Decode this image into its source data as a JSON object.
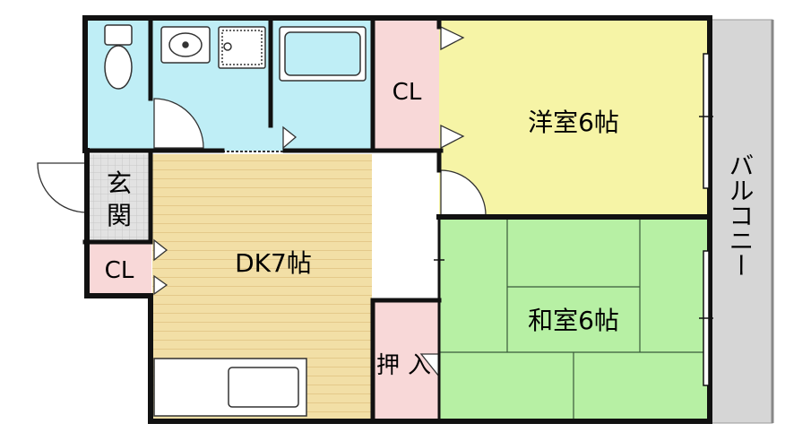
{
  "rooms": {
    "western_room": "洋室6帖",
    "japanese_room": "和室6帖",
    "dk": "DK7帖",
    "closet_top": "CL",
    "closet_entrance": "CL",
    "entrance_line1": "玄",
    "entrance_line2": "関",
    "oshiire_line1": "押",
    "oshiire_line2": "入",
    "balcony": "バルコニー"
  },
  "colors": {
    "wet_area": "#bfeef6",
    "closet": "#f8d8d8",
    "western": "#f6f4a6",
    "tatami": "#b7f0a4",
    "dk_floor": "#f2dfa6",
    "balcony": "#d6d6d6",
    "entrance": "#e2e2e2",
    "wall": "#111111"
  }
}
